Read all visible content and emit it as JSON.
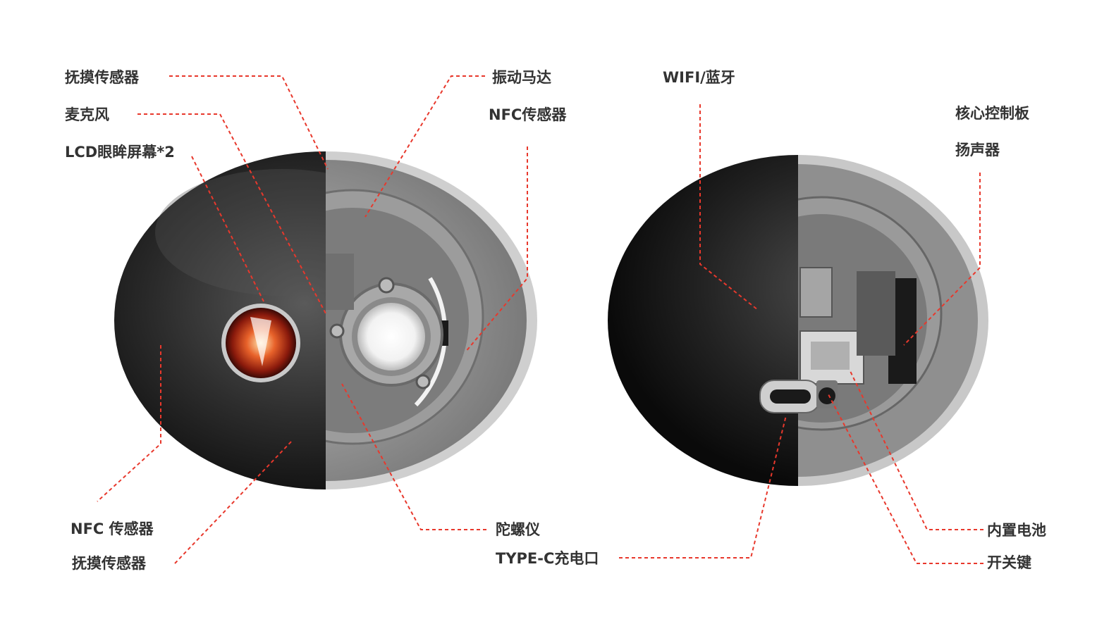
{
  "colors": {
    "leader_line": "#e8382c",
    "label_text": "#333333",
    "fur_dark": "#1c1c1c",
    "shell_gray": "#8a8a8a",
    "eye_glow": "#d8341c"
  },
  "left_device": {
    "labels": {
      "touch_sensor_top": "抚摸传感器",
      "microphone": "麦克风",
      "lcd_eye_screen": "LCD眼眸屏幕*2",
      "vibration_motor": "振动马达",
      "nfc_sensor_right": "NFC传感器",
      "nfc_sensor_bottom": "NFC 传感器",
      "touch_sensor_bottom": "抚摸传感器",
      "gyroscope": "陀螺仪"
    }
  },
  "right_device": {
    "labels": {
      "wifi_bluetooth": "WIFI/蓝牙",
      "core_control_board": "核心控制板",
      "speaker": "扬声器",
      "type_c_port": "TYPE-C充电口",
      "battery": "内置电池",
      "power_switch": "开关键"
    }
  }
}
